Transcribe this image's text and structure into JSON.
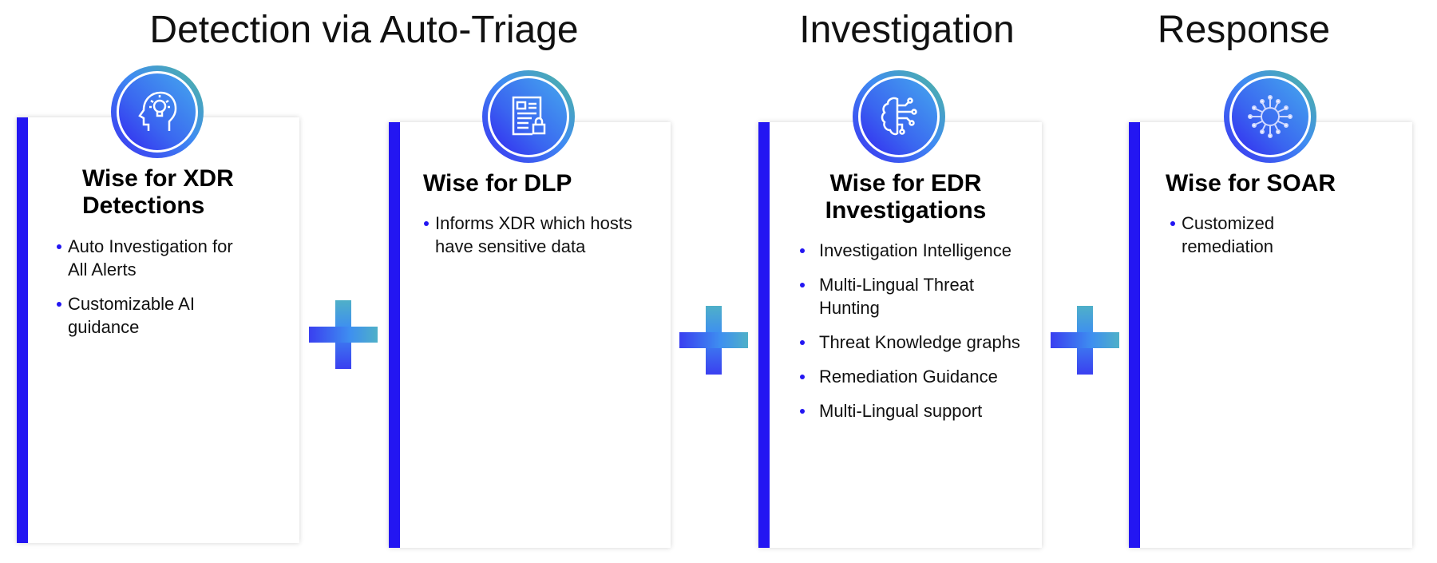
{
  "stages": {
    "detection": "Detection via Auto-Triage",
    "investigation": "Investigation",
    "response": "Response"
  },
  "cards": [
    {
      "icon": "head-lightbulb-icon",
      "title_lines": [
        "Wise for XDR",
        "Detections"
      ],
      "bullets": [
        "Auto Investigation for All Alerts",
        "Customizable AI guidance"
      ]
    },
    {
      "icon": "document-lock-icon",
      "title_lines": [
        "Wise for DLP"
      ],
      "bullets": [
        "Informs XDR which hosts have sensitive data"
      ]
    },
    {
      "icon": "brain-circuit-icon",
      "title_lines": [
        "Wise for EDR",
        "Investigations"
      ],
      "bullets": [
        "Investigation Intelligence",
        "Multi-Lingual Threat Hunting",
        "Threat Knowledge graphs",
        "Remediation Guidance",
        "Multi-Lingual support"
      ]
    },
    {
      "icon": "circuit-chip-icon",
      "title_lines": [
        "Wise for SOAR"
      ],
      "bullets": [
        "Customized remediation"
      ]
    }
  ],
  "colors": {
    "accent": "#2316f2",
    "gradient_start": "#3a2ff0",
    "gradient_end": "#4fb89a"
  }
}
